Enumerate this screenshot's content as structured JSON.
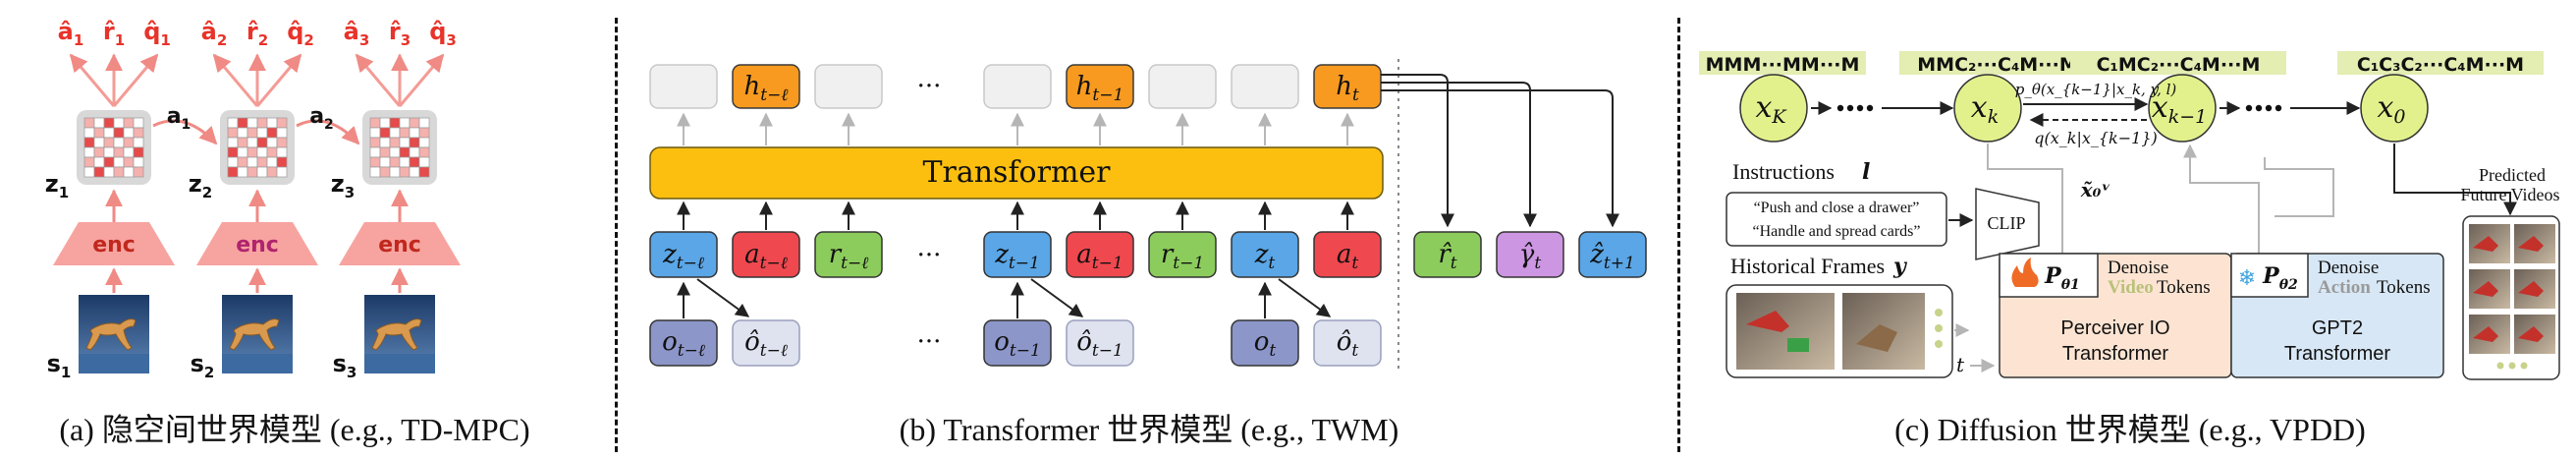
{
  "captions": {
    "a": "(a) 隐空间世界模型 (e.g., TD-MPC)",
    "b": "(b) Transformer 世界模型 (e.g., TWM)",
    "c": "(c) Diffusion 世界模型  (e.g., VPDD)"
  },
  "panel_a": {
    "steps": [
      {
        "z": "z",
        "zsub": "1",
        "s": "s",
        "ssub": "1",
        "enc": "enc",
        "preds": [
          [
            "â",
            "1"
          ],
          [
            "r̂",
            "1"
          ],
          [
            "q̂",
            "1"
          ]
        ]
      },
      {
        "z": "z",
        "zsub": "2",
        "s": "s",
        "ssub": "2",
        "enc": "enc",
        "preds": [
          [
            "â",
            "2"
          ],
          [
            "r̂",
            "2"
          ],
          [
            "q̂",
            "2"
          ]
        ]
      },
      {
        "z": "z",
        "zsub": "3",
        "s": "s",
        "ssub": "3",
        "enc": "enc",
        "preds": [
          [
            "â",
            "3"
          ],
          [
            "r̂",
            "3"
          ],
          [
            "q̂",
            "3"
          ]
        ]
      }
    ],
    "actions": [
      [
        "a",
        "1"
      ],
      [
        "a",
        "2"
      ]
    ],
    "colors": {
      "enc": "#f7a4a0",
      "enc_text": "#c0281e",
      "enc_text_mid": "#b0246e",
      "pred": "#e8332a",
      "arrow": "#f49b95"
    }
  },
  "panel_b": {
    "transformer_label": "Transformer",
    "ellipsis": "···",
    "outputs": [
      {
        "label": "",
        "kind": "empty"
      },
      {
        "label": "h",
        "sub": "t−ℓ",
        "kind": "orange"
      },
      {
        "label": "",
        "kind": "empty"
      },
      {
        "label": "",
        "kind": "empty"
      },
      {
        "label": "h",
        "sub": "t−1",
        "kind": "orange"
      },
      {
        "label": "",
        "kind": "empty"
      },
      {
        "label": "",
        "kind": "empty"
      },
      {
        "label": "h",
        "sub": "t",
        "kind": "orange"
      }
    ],
    "tokens": [
      {
        "label": "z",
        "sub": "t−ℓ",
        "kind": "blue"
      },
      {
        "label": "a",
        "sub": "t−ℓ",
        "kind": "red"
      },
      {
        "label": "r",
        "sub": "t−ℓ",
        "kind": "green"
      },
      {
        "label": "z",
        "sub": "t−1",
        "kind": "blue"
      },
      {
        "label": "a",
        "sub": "t−1",
        "kind": "red"
      },
      {
        "label": "r",
        "sub": "t−1",
        "kind": "green"
      },
      {
        "label": "z",
        "sub": "t",
        "kind": "blue"
      },
      {
        "label": "a",
        "sub": "t",
        "kind": "red"
      }
    ],
    "obs": [
      {
        "o": "o",
        "osub": "t−ℓ",
        "oh": "ô",
        "ohsub": "t−ℓ"
      },
      {
        "o": "o",
        "osub": "t−1",
        "oh": "ô",
        "ohsub": "t−1"
      },
      {
        "o": "o",
        "osub": "t",
        "oh": "ô",
        "ohsub": "t"
      }
    ],
    "heads": [
      {
        "label": "r̂",
        "sub": "t",
        "kind": "green"
      },
      {
        "label": "γ̂",
        "sub": "t",
        "kind": "purple"
      },
      {
        "label": "ẑ",
        "sub": "t+1",
        "kind": "blue"
      }
    ],
    "colors": {
      "orange": "#f79a1f",
      "blue": "#5aa6e6",
      "red": "#f0484f",
      "green": "#8ccc5c",
      "purple": "#cc96e2",
      "obs": "#8c96c9",
      "obs_hat": "#dfe2ef",
      "transformer": "#fcbf10",
      "empty": "#f0f0f0"
    }
  },
  "panel_c": {
    "nodes": [
      {
        "label": "x",
        "sub": "K"
      },
      {
        "label": "x",
        "sub": "k"
      },
      {
        "label": "x",
        "sub": "k−1"
      },
      {
        "label": "x",
        "sub": "0"
      }
    ],
    "token_strips": [
      "MMM···MM···M",
      "MMC₂···C₄M···M",
      "C₁MC₂···C₄M···M",
      "C₁C₃C₂···C₄M···M"
    ],
    "p_label": "p_θ(x_{k−1}|x_k, y, l)",
    "q_label": "q(x_k|x_{k−1})",
    "x0_label": "x̃₀ᵛ",
    "instructions_title": "Instructions",
    "instructions_var": "l",
    "instructions": [
      "“Push and close a drawer”",
      "“Handle and spread cards”"
    ],
    "clip": "CLIP",
    "frames_title": "Historical Frames",
    "frames_var": "y",
    "t_label": "t",
    "perceiver": {
      "param": "P",
      "psub": "θ1",
      "denoise": "Denoise",
      "video": "Video",
      "tokens": "Tokens",
      "name1": "Perceiver IO",
      "name2": "Transformer"
    },
    "gpt2": {
      "param": "P",
      "psub": "θ2",
      "denoise": "Denoise",
      "action": "Action",
      "tokens": "Tokens",
      "name1": "GPT2",
      "name2": "Transformer"
    },
    "predicted_title1": "Predicted",
    "predicted_title2": "Future Videos",
    "colors": {
      "node": "#e3f18c",
      "strip": "#e4edb2",
      "perceiver": "#fde4d2",
      "gpt2": "#d7e7f5",
      "video_word": "#b8c27a",
      "action_word": "#9a9a9a",
      "fire": "#ef6a25",
      "snow": "#3fa4e0"
    }
  }
}
